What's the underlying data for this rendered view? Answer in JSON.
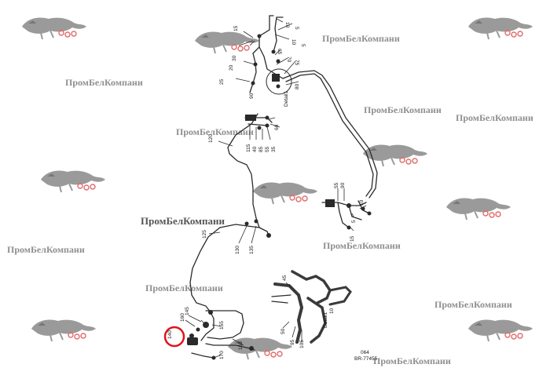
{
  "watermark": {
    "company": "ПромБелКомпани"
  },
  "labels": {
    "l15a": "15",
    "l10a": "10",
    "l5a": "5",
    "l10b": "10",
    "l5b": "5",
    "l30": "30",
    "l20": "20",
    "l65": "65",
    "l70": "70",
    "l75": "75",
    "l25": "25",
    "l90": "90",
    "l80": "80",
    "detail": "Detail1",
    "l60": "60",
    "l120": "120",
    "l115": "115",
    "l40": "40",
    "l85": "85",
    "l55a": "55",
    "l35": "35",
    "l55b": "55",
    "l90b": "90",
    "l10c": "10",
    "l5c": "5",
    "l15b": "15",
    "l125": "125",
    "l130": "130",
    "l135": "135",
    "l45": "45",
    "l50": "50",
    "l95": "95",
    "l105": "105",
    "detail2": "Detail1",
    "detail2num": "10",
    "l140": "140",
    "l145": "145",
    "l160": "160",
    "l155": "155",
    "l165": "165",
    "l170": "170",
    "code": "064",
    "ref": "BR-77455"
  },
  "colors": {
    "line": "#2a2a2a",
    "highlight": "#e0141b",
    "watermark": "#8f8f8f"
  },
  "icons": {
    "logo": "jaguar-watermark-logo"
  }
}
